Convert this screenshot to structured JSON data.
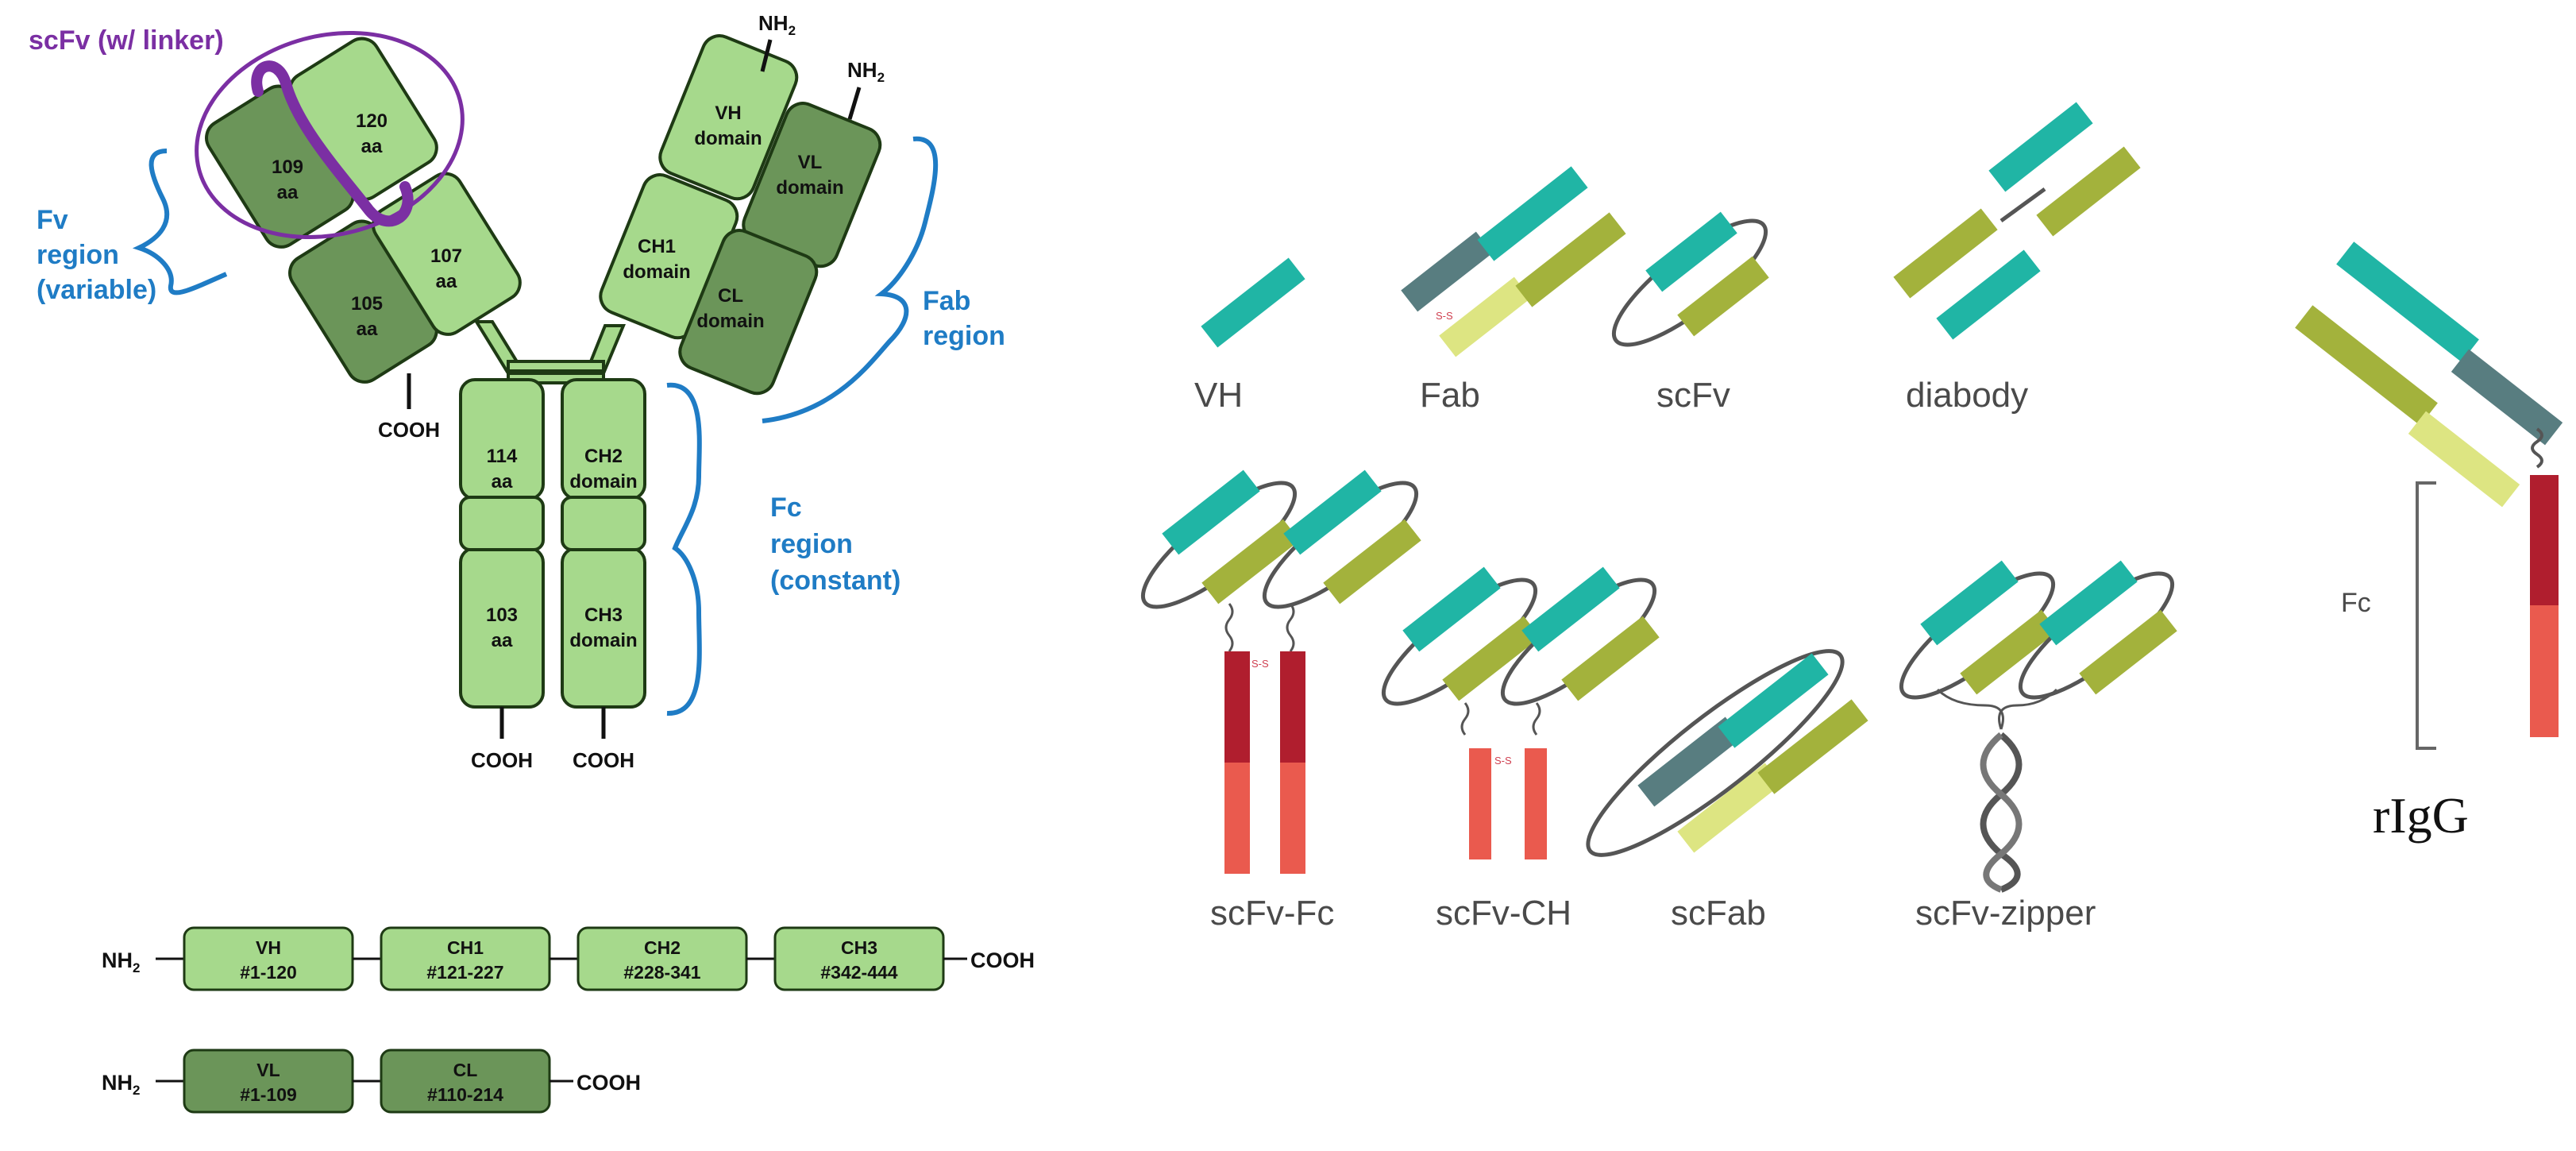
{
  "colors": {
    "light_green": "#a6d98c",
    "dark_green": "#6b9559",
    "outline": "#1e3a14",
    "teal": "#20b5a5",
    "olive": "#a3b23c",
    "light_yellow": "#dde582",
    "slate": "#587d80",
    "dark_red": "#b01e2e",
    "coral": "#ea5a4e",
    "gray_linker": "#555555",
    "blue_label": "#1f7cc5",
    "purple_label": "#7b2fa3"
  },
  "antibody": {
    "scfv_label": "scFv (w/ linker)",
    "fv_region": [
      "Fv",
      "region",
      "(variable)"
    ],
    "fab_region": [
      "Fab",
      "region"
    ],
    "fc_region": [
      "Fc",
      "region",
      "(constant)"
    ],
    "nh2_1": "NH",
    "nh2_2": "NH",
    "nh2_sub": "2",
    "cooh_light": "COOH",
    "cooh_left": "COOH",
    "cooh_right": "COOH",
    "left_heavy_vh": [
      "120",
      "aa"
    ],
    "left_heavy_ch1": [
      "107",
      "aa"
    ],
    "left_light_vl": [
      "109",
      "aa"
    ],
    "left_light_cl": [
      "105",
      "aa"
    ],
    "right_vh": [
      "VH",
      "domain"
    ],
    "right_vl": [
      "VL",
      "domain"
    ],
    "right_ch1": [
      "CH1",
      "domain"
    ],
    "right_cl": [
      "CL",
      "domain"
    ],
    "left_ch2": [
      "114",
      "aa"
    ],
    "left_ch3": [
      "103",
      "aa"
    ],
    "right_ch2": [
      "CH2",
      "domain"
    ],
    "right_ch3": [
      "CH3",
      "domain"
    ]
  },
  "linear_maps": {
    "heavy": {
      "start": "NH",
      "start_sub": "2",
      "end": "COOH",
      "segments": [
        {
          "name": "VH",
          "range": "#1-120"
        },
        {
          "name": "CH1",
          "range": "#121-227"
        },
        {
          "name": "CH2",
          "range": "#228-341"
        },
        {
          "name": "CH3",
          "range": "#342-444"
        }
      ]
    },
    "light": {
      "start": "NH",
      "start_sub": "2",
      "end": "COOH",
      "segments": [
        {
          "name": "VL",
          "range": "#1-109"
        },
        {
          "name": "CL",
          "range": "#110-214"
        }
      ]
    }
  },
  "formats": {
    "vh": "VH",
    "fab": "Fab",
    "scfv": "scFv",
    "diabody": "diabody",
    "scfv_fc": "scFv-Fc",
    "scfv_ch": "scFv-CH",
    "scfab": "scFab",
    "scfv_zipper": "scFv-zipper",
    "rigg": "rIgG",
    "fc_bracket": "Fc",
    "disulfide": "S-S"
  }
}
